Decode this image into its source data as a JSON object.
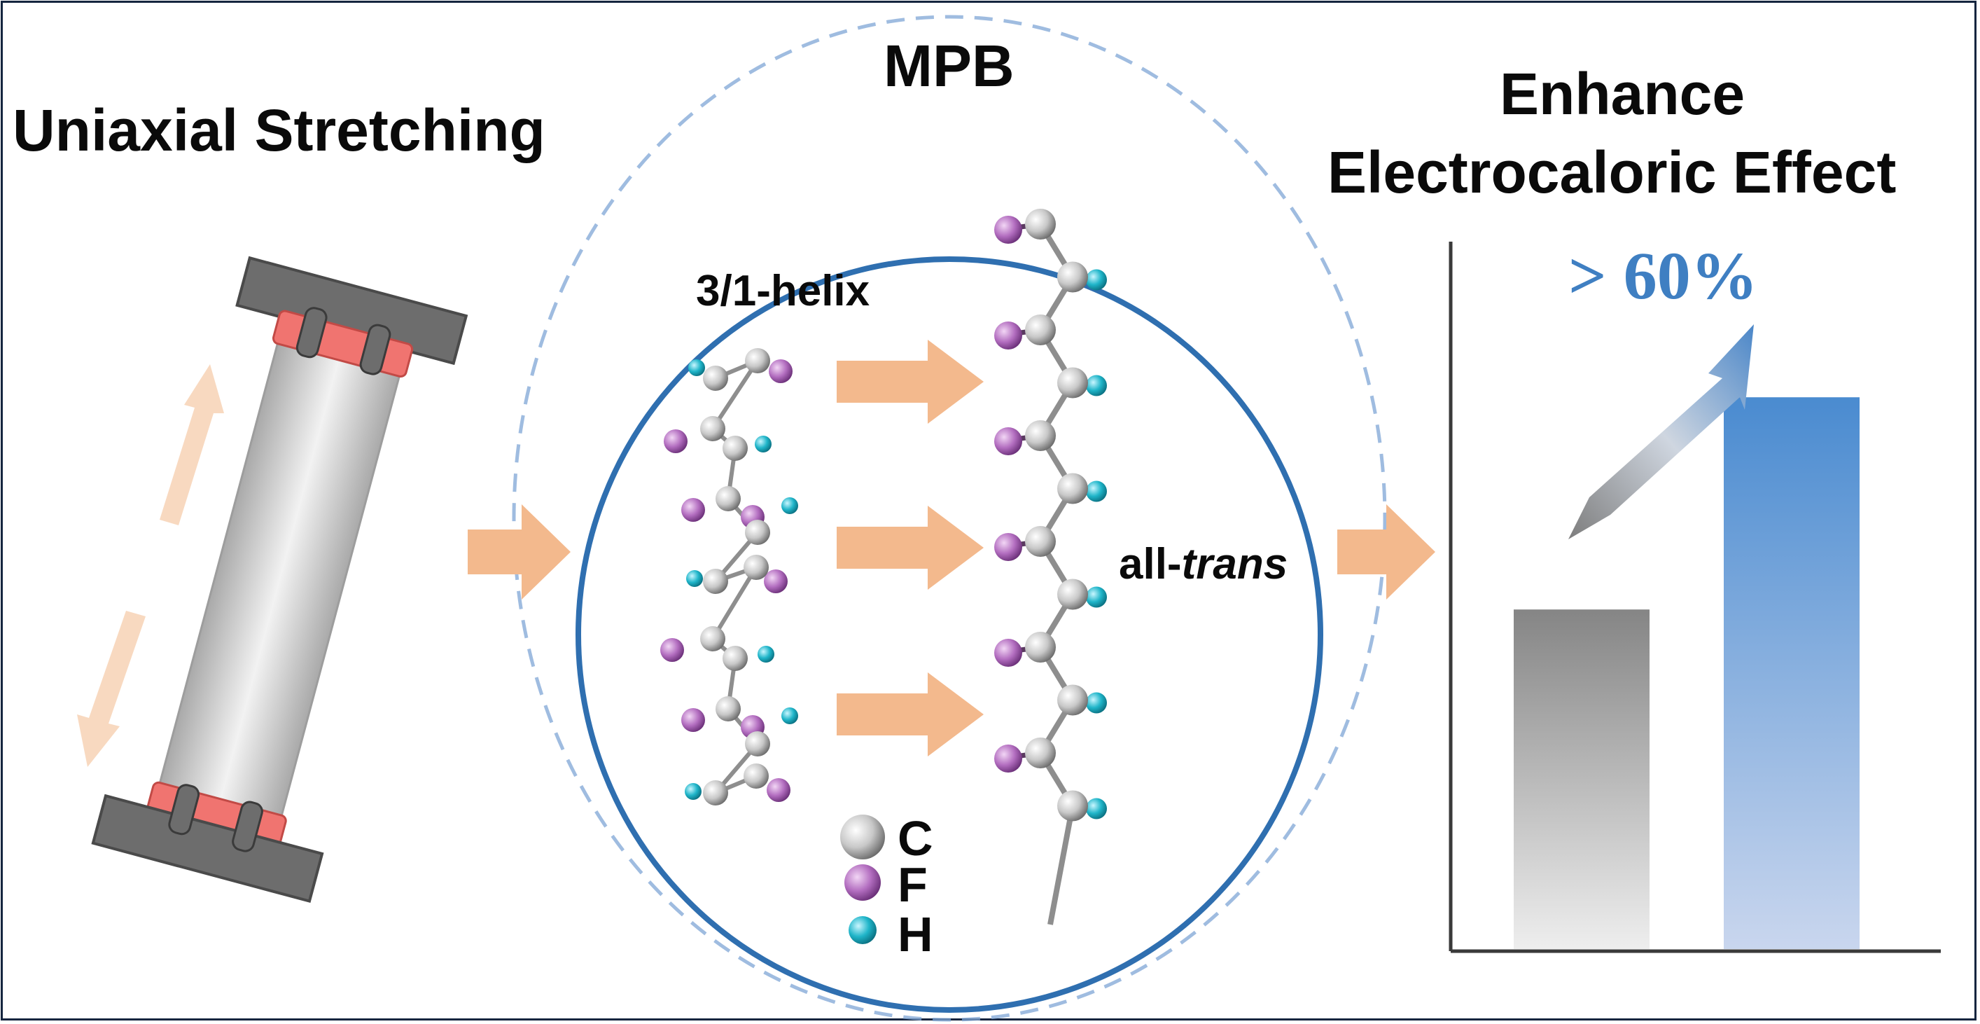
{
  "labels": {
    "left_title": "Uniaxial Stretching",
    "center_title": "MPB",
    "right_title_line1": "Enhance",
    "right_title_line2": "Electrocaloric Effect",
    "helix_label": "3/1-helix",
    "trans_prefix": "all-",
    "trans_italic": "trans",
    "increase_label": "> 60%"
  },
  "legend": [
    {
      "symbol": "C",
      "color": "#c8c8c8"
    },
    {
      "symbol": "F",
      "color": "#b36ec0"
    },
    {
      "symbol": "H",
      "color": "#1fb5c9"
    }
  ],
  "colors": {
    "frame": "#14253f",
    "circle_solid": "#2f6fb0",
    "circle_dashed": "#7fa6d6",
    "arrow": "#f3b98d",
    "clamp": "#6d6d6d",
    "clamp_pad": "#f07470",
    "bar_before": "#8a8a8a",
    "bar_after": "#4a8bd0",
    "percent_text": "#3f7fc2"
  },
  "chart_data": {
    "type": "bar",
    "categories": [
      "",
      ""
    ],
    "values": [
      48,
      78
    ],
    "ylim": [
      0,
      100
    ],
    "title": "",
    "xlabel": "",
    "ylabel": ""
  }
}
